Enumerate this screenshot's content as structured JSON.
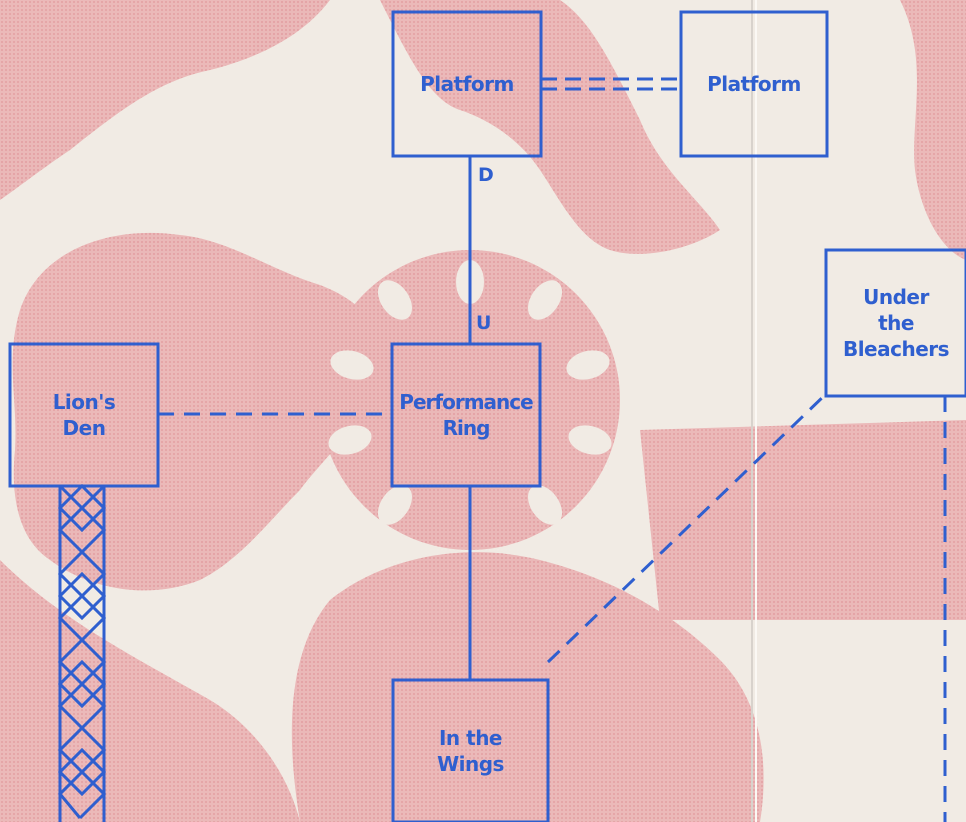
{
  "map": {
    "colors": {
      "line": "#2f5fcf",
      "background": "#f1ebe4",
      "silhouette": "#e8a6a8"
    },
    "rooms": [
      {
        "id": "platform-left",
        "label": "Platform"
      },
      {
        "id": "platform-right",
        "label": "Platform"
      },
      {
        "id": "under-the-bleachers",
        "label": "Under\nthe\nBleachers"
      },
      {
        "id": "lions-den",
        "label": "Lion's\nDen"
      },
      {
        "id": "performance-ring",
        "label": "Performance\nRing"
      },
      {
        "id": "in-the-wings",
        "label": "In the\nWings"
      }
    ],
    "directions": {
      "down": "D",
      "up": "U"
    }
  }
}
